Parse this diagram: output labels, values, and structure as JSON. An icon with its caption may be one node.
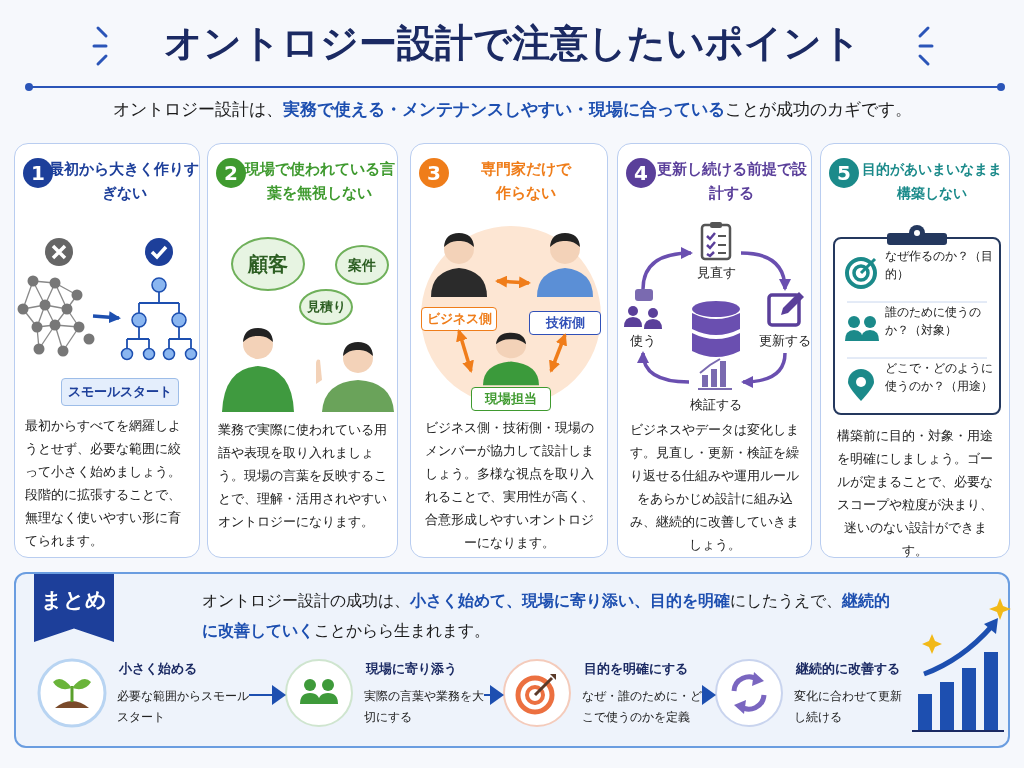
{
  "diagram": {
    "title": "オントロジー設計で注意したいポイント",
    "nodes": [
      {
        "text": [
          "1",
          "最初から大きく作りすぎない",
          "最初からすべてを網羅しようとせず、必要な範囲に絞って小さく始めましょう。段階的に拡張することで、無理なく使いやすい形に育てられます。"
        ]
      },
      {
        "text": [],
        "shape": "picture",
        "in": 0
      },
      {
        "text": [],
        "shape": "picture",
        "in": 0
      },
      {
        "text": [
          "スモールスタート"
        ],
        "in": 0
      },
      {
        "text": [
          "2",
          "現場で使われている言葉を無視しない",
          "業務で実際に使われている用語や表現を取り入れましょう。現場の言葉を反映することで、理解・活用されやすいオントロジーになります。"
        ]
      },
      {
        "text": [
          "顧客"
        ],
        "in": 4
      },
      {
        "text": [
          "案件"
        ],
        "in": 4
      },
      {
        "text": [
          "見積り"
        ],
        "in": 4
      },
      {
        "text": [
          "3",
          "専門家だけで作らない",
          "ビジネス側・技術側・現場のメンバーが協力して設計しましょう。多様な視点を取り入れることで、実用性が高く、合意形成しやすいオントロジーになります。"
        ]
      },
      {
        "text": [
          "ビジネス側"
        ],
        "in": 8
      },
      {
        "text": [
          "技術側"
        ],
        "in": 8
      },
      {
        "text": [
          "現場担当"
        ],
        "in": 8
      },
      {
        "text": [
          "4",
          "更新し続ける前提で設計する",
          "ビジネスやデータは変化します。見直し・更新・検証を繰り返せる仕組みや運用ルールをあらかじめ設計に組み込み、継続的に改善していきましょう。"
        ]
      },
      {
        "text": [
          "見直す"
        ],
        "in": 12
      },
      {
        "text": [
          "更新する"
        ],
        "in": 12
      },
      {
        "text": [
          "検証する"
        ],
        "in": 12
      },
      {
        "text": [
          "使う"
        ],
        "in": 12
      },
      {
        "text": [
          "5",
          "目的があいまいなまま構築しない",
          "構築前に目的・対象・用途を明確にしましょう。ゴールが定まることで、必要なスコープや粒度が決まり、迷いのない設計ができます。"
        ]
      },
      {
        "text": [
          "なぜ作るのか？（目的）",
          "誰のために使うのか？（対象）",
          "どこで・どのように使うのか？（用途）"
        ],
        "in": 17
      },
      {
        "text": [
          "オントロジー設計の成功は、**小さく始めて、現場に寄り添い、目的を明確**にしたうえで、**継続的に改善していく**ことからら生まれます。"
        ]
      },
      {
        "text": [
          "まとめ"
        ],
        "in": 19
      },
      {
        "text": [
          "小さく始める",
          "必要な範囲からスモールスタート"
        ],
        "in": 19
      },
      {
        "text": [
          "現場に寄り添う",
          "実際の言葉や業務を大切にする"
        ],
        "in": 19
      },
      {
        "text": [
          "目的を明確にする",
          "なぜ・誰のために・どこで使うのかを定義"
        ],
        "in": 19
      },
      {
        "text": [
          "継続的に改善する",
          "変化に合わせて更新し続ける"
        ],
        "in": 19
      }
    ],
    "edges": [
      {
        "from": 1,
        "to": 2,
        "arrow": "to",
        "color": "#1d4fb0"
      },
      {
        "from": 9,
        "to": 10,
        "arrow": "both",
        "color": "#f07d1a"
      },
      {
        "from": 9,
        "to": 11,
        "arrow": "both",
        "color": "#f07d1a"
      },
      {
        "from": 10,
        "to": 11,
        "arrow": "both",
        "color": "#f07d1a"
      },
      {
        "from": 13,
        "to": 14,
        "arrow": "to",
        "color": "#6a4fb0"
      },
      {
        "from": 14,
        "to": 15,
        "arrow": "to",
        "color": "#6a4fb0"
      },
      {
        "from": 15,
        "to": 16,
        "arrow": "to",
        "color": "#6a4fb0"
      },
      {
        "from": 16,
        "to": 13,
        "arrow": "to",
        "color": "#6a4fb0"
      },
      {
        "from": 21,
        "to": 22,
        "arrow": "to",
        "color": "#1d4fb0"
      },
      {
        "from": 22,
        "to": 23,
        "arrow": "to",
        "color": "#1d4fb0"
      },
      {
        "from": 23,
        "to": 24,
        "arrow": "to",
        "color": "#1d4fb0"
      }
    ],
    "labels": [
      "オントロジー設計は、**実務で使える・メンテナンスしやすい・現場に合っている**ことが成功のカギです。"
    ]
  }
}
